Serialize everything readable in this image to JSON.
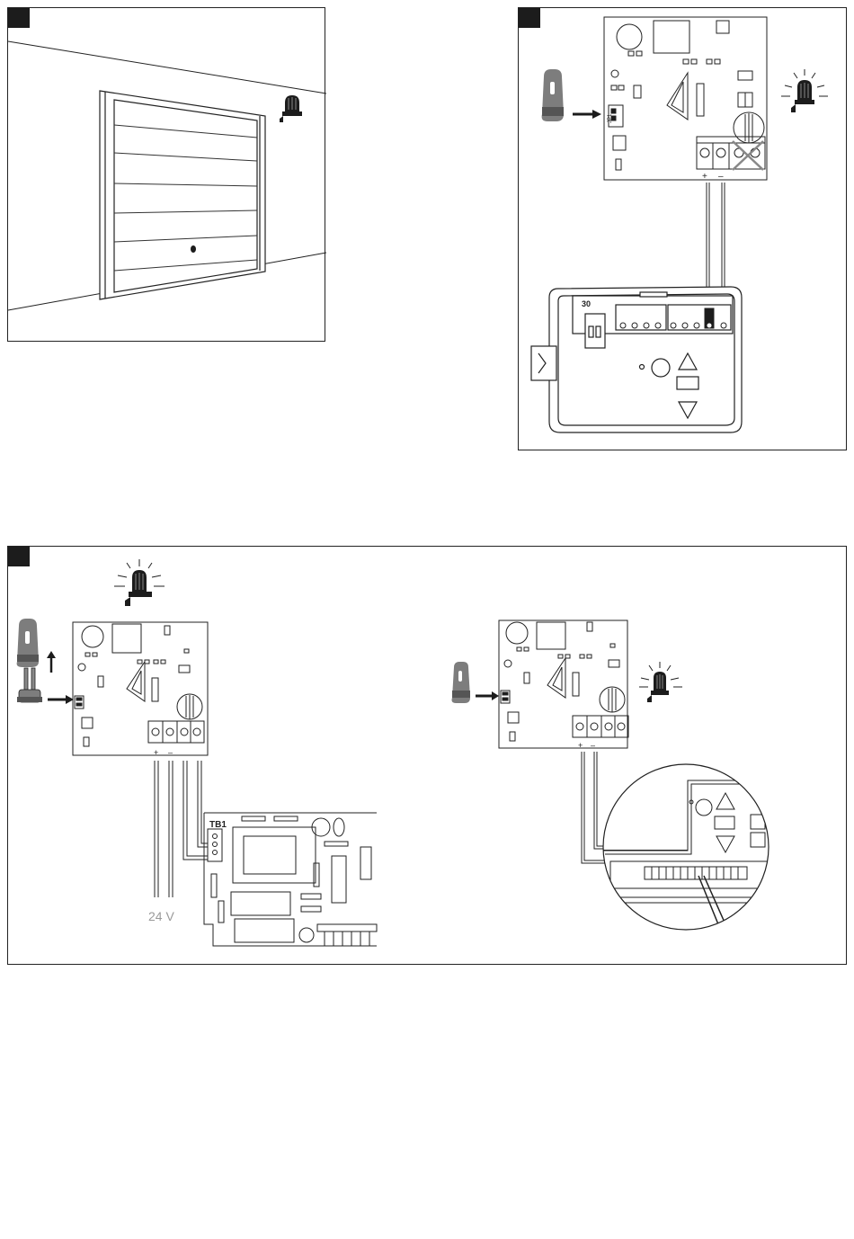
{
  "panel2": {
    "terminal_plus": "+",
    "terminal_minus": "–",
    "jumper_label": "JP1",
    "receiver_number": "30"
  },
  "panel3": {
    "left_terminal_plus": "+",
    "left_terminal_minus": "–",
    "tb_label": "TB1",
    "voltage_label": "24 V",
    "right_terminal_plus": "+",
    "right_terminal_minus": "–"
  },
  "colors": {
    "line": "#1f1f1f",
    "dark_fill": "#1c1c1c",
    "grey_fill": "#7d7d7d",
    "light_grey": "#bdbdbd"
  }
}
